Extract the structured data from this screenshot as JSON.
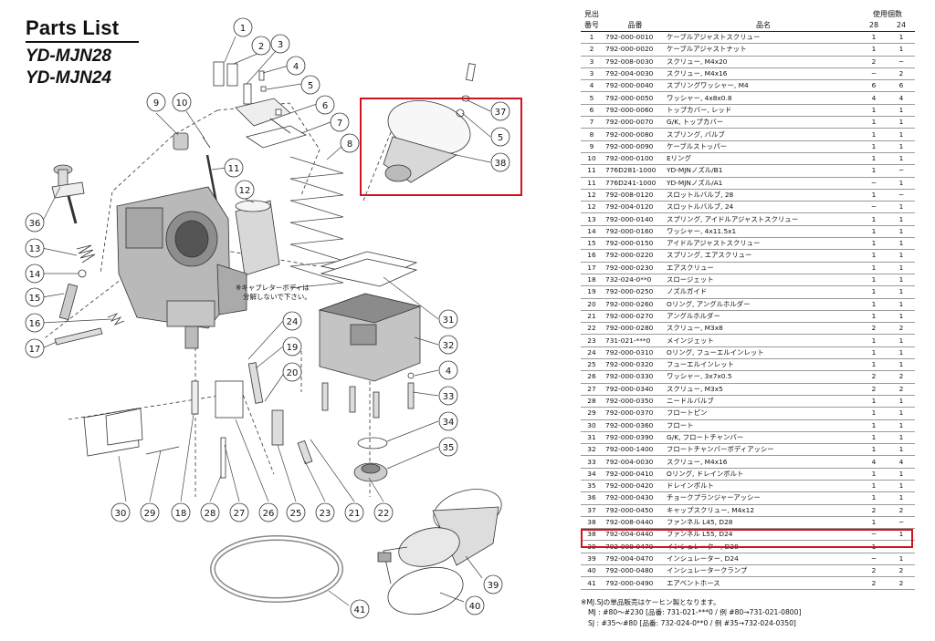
{
  "title": "Parts List",
  "models": [
    "YD-MJN28",
    "YD-MJN24"
  ],
  "diagram": {
    "note_line1": "※キャブレターボディは",
    "note_line2": "分解しないで下さい。",
    "callouts": [
      "1",
      "2",
      "3",
      "4",
      "5",
      "6",
      "7",
      "8",
      "9",
      "10",
      "11",
      "12",
      "13",
      "14",
      "15",
      "16",
      "17",
      "18",
      "19",
      "20",
      "21",
      "22",
      "23",
      "24",
      "25",
      "26",
      "27",
      "28",
      "29",
      "30",
      "31",
      "32",
      "33",
      "34",
      "35",
      "36",
      "37",
      "38",
      "39",
      "40",
      "41",
      "4",
      "5"
    ]
  },
  "table": {
    "headers": {
      "no_line1": "見出",
      "no_line2": "番号",
      "part_number": "品番",
      "name": "品名",
      "qty": "使用個数",
      "qty_28": "28",
      "qty_24": "24"
    },
    "rows": [
      [
        "1",
        "792-000-0010",
        "ケーブルアジャストスクリュー",
        "1",
        "1"
      ],
      [
        "2",
        "792-000-0020",
        "ケーブルアジャストナット",
        "1",
        "1"
      ],
      [
        "3",
        "792-008-0030",
        "スクリュー, M4x20",
        "2",
        "−"
      ],
      [
        "3",
        "792-004-0030",
        "スクリュー, M4x16",
        "−",
        "2"
      ],
      [
        "4",
        "792-000-0040",
        "スプリングワッシャー, M4",
        "6",
        "6"
      ],
      [
        "5",
        "792-000-0050",
        "ワッシャー, 4x8x0.8",
        "4",
        "4"
      ],
      [
        "6",
        "792-000-0060",
        "トップカバー, レッド",
        "1",
        "1"
      ],
      [
        "7",
        "792-000-0070",
        "G/K, トップカバー",
        "1",
        "1"
      ],
      [
        "8",
        "792-000-0080",
        "スプリング, バルブ",
        "1",
        "1"
      ],
      [
        "9",
        "792-000-0090",
        "ケーブルストッパー",
        "1",
        "1"
      ],
      [
        "10",
        "792-000-0100",
        "Eリング",
        "1",
        "1"
      ],
      [
        "11",
        "776D281-1000",
        "YD-MJNノズル/B1",
        "1",
        "−"
      ],
      [
        "11",
        "776D241-1000",
        "YD-MJNノズル/A1",
        "−",
        "1"
      ],
      [
        "12",
        "792-008-0120",
        "スロットルバルブ, 28",
        "1",
        "−"
      ],
      [
        "12",
        "792-004-0120",
        "スロットルバルブ, 24",
        "−",
        "1"
      ],
      [
        "13",
        "792-000-0140",
        "スプリング, アイドルアジャストスクリュー",
        "1",
        "1"
      ],
      [
        "14",
        "792-000-0160",
        "ワッシャー, 4x11.5x1",
        "1",
        "1"
      ],
      [
        "15",
        "792-000-0150",
        "アイドルアジャストスクリュー",
        "1",
        "1"
      ],
      [
        "16",
        "792-000-0220",
        "スプリング, エアスクリュー",
        "1",
        "1"
      ],
      [
        "17",
        "792-000-0230",
        "エアスクリュー",
        "1",
        "1"
      ],
      [
        "18",
        "732-024-0**0",
        "スロージェット",
        "1",
        "1"
      ],
      [
        "19",
        "792-000-0250",
        "ノズルガイド",
        "1",
        "1"
      ],
      [
        "20",
        "792-000-0260",
        "Oリング, アングルホルダー",
        "1",
        "1"
      ],
      [
        "21",
        "792-000-0270",
        "アングルホルダー",
        "1",
        "1"
      ],
      [
        "22",
        "792-000-0280",
        "スクリュー, M3x8",
        "2",
        "2"
      ],
      [
        "23",
        "731-021-***0",
        "メインジェット",
        "1",
        "1"
      ],
      [
        "24",
        "792-000-0310",
        "Oリング, フューエルインレット",
        "1",
        "1"
      ],
      [
        "25",
        "792-000-0320",
        "フューエルインレット",
        "1",
        "1"
      ],
      [
        "26",
        "792-000-0330",
        "ワッシャー, 3x7x0.5",
        "2",
        "2"
      ],
      [
        "27",
        "792-000-0340",
        "スクリュー, M3x5",
        "2",
        "2"
      ],
      [
        "28",
        "792-000-0350",
        "ニードルバルブ",
        "1",
        "1"
      ],
      [
        "29",
        "792-000-0370",
        "フロートピン",
        "1",
        "1"
      ],
      [
        "30",
        "792-000-0360",
        "フロート",
        "1",
        "1"
      ],
      [
        "31",
        "792-000-0390",
        "G/K, フロートチャンバー",
        "1",
        "1"
      ],
      [
        "32",
        "792-000-1400",
        "フロートチャンバーボディアッシー",
        "1",
        "1"
      ],
      [
        "33",
        "792-004-0030",
        "スクリュー, M4x16",
        "4",
        "4"
      ],
      [
        "34",
        "792-000-0410",
        "Oリング, ドレインボルト",
        "1",
        "1"
      ],
      [
        "35",
        "792-000-0420",
        "ドレインボルト",
        "1",
        "1"
      ],
      [
        "36",
        "792-000-0430",
        "チョークプランジャーアッシー",
        "1",
        "1"
      ],
      [
        "37",
        "792-000-0450",
        "キャップスクリュー, M4x12",
        "2",
        "2"
      ],
      [
        "38",
        "792-008-0440",
        "ファンネル L45, D28",
        "1",
        "−"
      ],
      [
        "38",
        "792-004-0440",
        "ファンネル L55, D24",
        "−",
        "1"
      ],
      [
        "39",
        "792-008-0470",
        "インシュレーター, D28",
        "1",
        "−"
      ],
      [
        "39",
        "792-004-0470",
        "インシュレーター, D24",
        "−",
        "1"
      ],
      [
        "40",
        "792-000-0480",
        "インシュレータークランプ",
        "2",
        "2"
      ],
      [
        "41",
        "792-000-0490",
        "エアベントホース",
        "2",
        "2"
      ]
    ]
  },
  "footnote": {
    "line1": "※MJ.SJの単品販売はケーヒン製となります。",
    "line2": "MJ : #80〜#230 [品番: 731-021-***0 / 例 #80→731-021-0800]",
    "line3": "SJ : #35〜#80 [品番: 732-024-0**0 / 例 #35→732-024-0350]"
  },
  "highlight_color": "#d0141f"
}
